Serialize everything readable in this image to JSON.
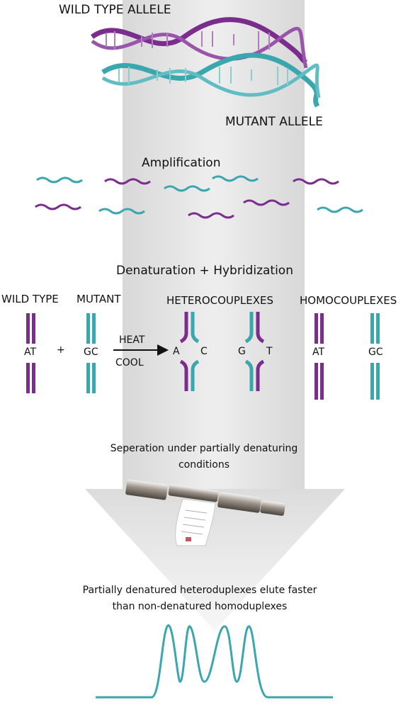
{
  "labels": {
    "wild_type_allele": "WILD TYPE ALLELE",
    "mutant_allele": "MUTANT ALLELE",
    "amplification": "Amplification",
    "denaturation": "Denaturation + Hybridization",
    "wild_type": "WILD  TYPE",
    "mutant": "MUTANT",
    "heterocouplexes": "HETEROCOUPLEXES",
    "homocouplexes": "HOMOCOUPLEXES",
    "at": "AT",
    "gc": "GC",
    "plus": "+",
    "heat": "HEAT",
    "cool": "COOL",
    "hetero1_left": "A",
    "hetero1_right": "C",
    "hetero2_left": "G",
    "hetero2_right": "T",
    "homo_at": "AT",
    "homo_gc": "GC",
    "separation_line1": "Seperation under partially denaturing",
    "separation_line2": "conditions",
    "elute_line1": "Partially denatured heteroduplexes elute faster",
    "elute_line2": "than non-denatured homoduplexes"
  },
  "colors": {
    "purple": "#7b2d8e",
    "teal": "#3aa6ad",
    "arrow_gray": "#e6e6e6"
  },
  "icons": {
    "dna_helix": "dna-helix-icon",
    "hplc_column": "hplc-column-icon",
    "chromatogram": "chromatogram-peaks-icon"
  }
}
